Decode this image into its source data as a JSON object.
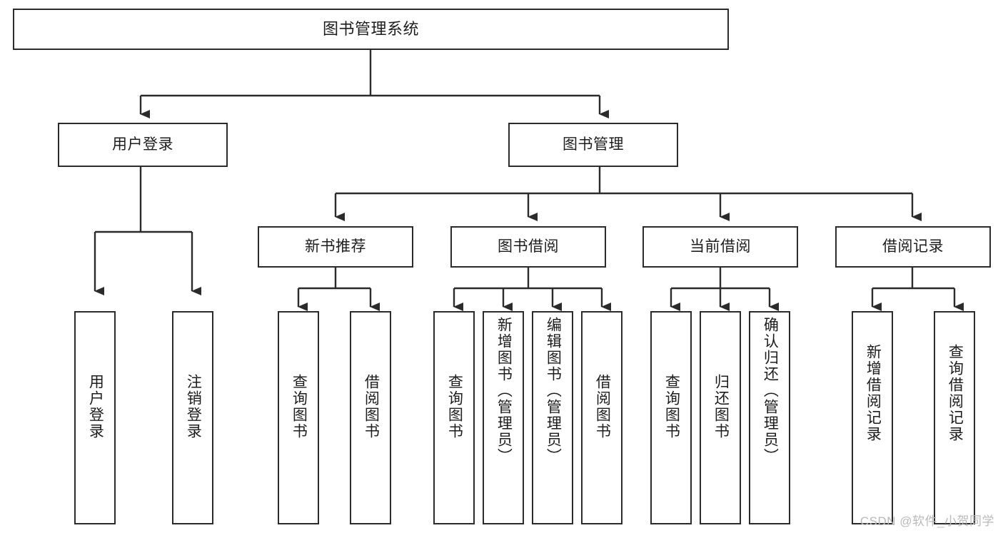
{
  "diagram": {
    "title": "图书管理系统",
    "type": "tree-hierarchy",
    "watermark": "CSDN @软件_小贺同学",
    "colors": {
      "box_border": "#2b2b2b",
      "box_fill": "#ffffff",
      "connector": "#2b2b2b",
      "text": "#1d1d1d",
      "watermark": "#b9b9b9",
      "background": "#ffffff"
    }
  },
  "nodes": {
    "root": {
      "label": "图书管理系统",
      "level": 0
    },
    "level1": [
      {
        "id": "user-login",
        "label": "用户登录"
      },
      {
        "id": "book-manage",
        "label": "图书管理"
      }
    ],
    "level2": [
      {
        "id": "new-book-recommend",
        "label": "新书推荐",
        "parent": "book-manage"
      },
      {
        "id": "book-borrow",
        "label": "图书借阅",
        "parent": "book-manage"
      },
      {
        "id": "current-borrow",
        "label": "当前借阅",
        "parent": "book-manage"
      },
      {
        "id": "borrow-record",
        "label": "借阅记录",
        "parent": "book-manage"
      }
    ],
    "leaves": [
      {
        "id": "leaf-user-login",
        "label": "用户登录",
        "parent": "user-login"
      },
      {
        "id": "leaf-logout",
        "label": "注销登录",
        "parent": "user-login"
      },
      {
        "id": "leaf-query-book-1",
        "label": "查询图书",
        "parent": "new-book-recommend"
      },
      {
        "id": "leaf-borrow-book-1",
        "label": "借阅图书",
        "parent": "new-book-recommend"
      },
      {
        "id": "leaf-query-book-2",
        "label": "查询图书",
        "parent": "book-borrow"
      },
      {
        "id": "leaf-add-book",
        "label": "新增图书（管理员）",
        "parent": "book-borrow"
      },
      {
        "id": "leaf-edit-book",
        "label": "编辑图书（管理员）",
        "parent": "book-borrow"
      },
      {
        "id": "leaf-borrow-book-2",
        "label": "借阅图书",
        "parent": "book-borrow"
      },
      {
        "id": "leaf-query-book-3",
        "label": "查询图书",
        "parent": "current-borrow"
      },
      {
        "id": "leaf-return-book",
        "label": "归还图书",
        "parent": "current-borrow"
      },
      {
        "id": "leaf-confirm-return",
        "label": "确认归还（管理员）",
        "parent": "current-borrow"
      },
      {
        "id": "leaf-add-record",
        "label": "新增借阅记录",
        "parent": "borrow-record"
      },
      {
        "id": "leaf-query-record",
        "label": "查询借阅记录",
        "parent": "borrow-record"
      }
    ]
  }
}
